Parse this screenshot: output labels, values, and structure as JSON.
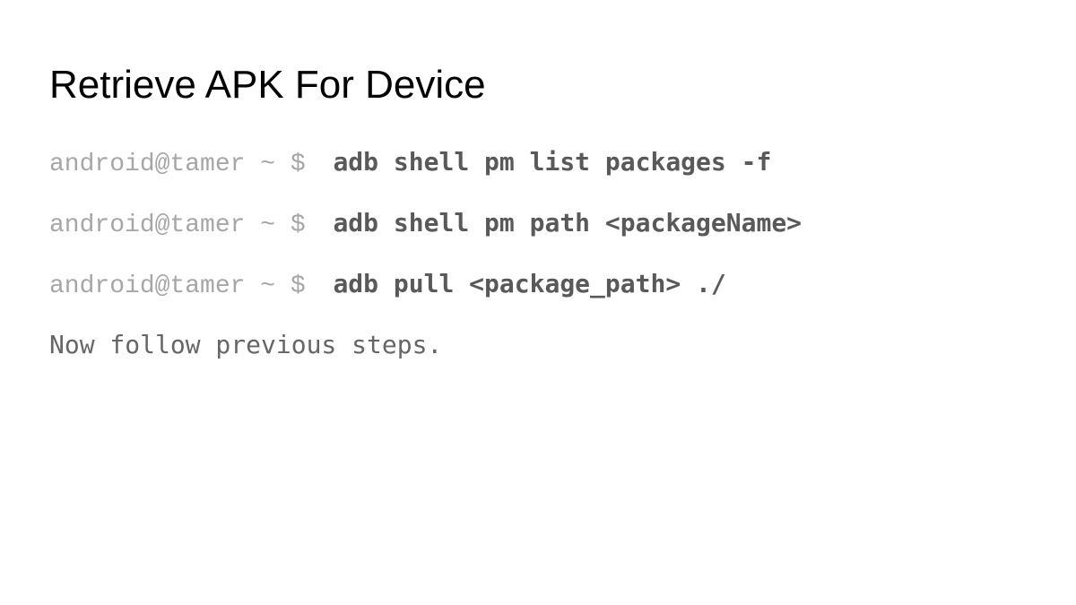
{
  "title": "Retrieve APK For Device",
  "terminal_lines": [
    {
      "prompt": "android@tamer ~ $",
      "command": "adb shell pm list packages -f"
    },
    {
      "prompt": "android@tamer ~ $",
      "command": "adb shell pm path <packageName>"
    },
    {
      "prompt": "android@tamer ~ $",
      "command": "adb pull <package_path> ./"
    }
  ],
  "note": "Now follow previous steps.",
  "colors": {
    "background": "#ffffff",
    "title": "#000000",
    "prompt": "#a6a6a6",
    "command": "#595959",
    "note": "#666666"
  }
}
